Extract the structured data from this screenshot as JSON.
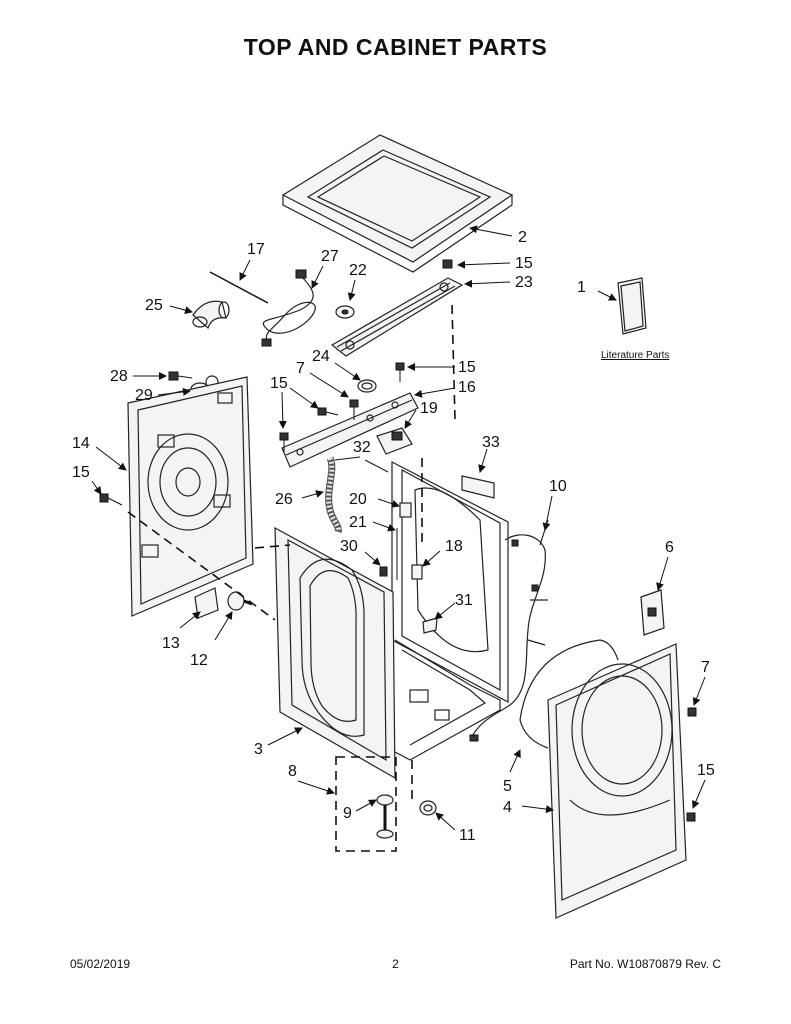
{
  "title": "TOP AND CABINET PARTS",
  "literature_label": "Literature Parts",
  "callouts": {
    "c1": "1",
    "c2": "2",
    "c3": "3",
    "c4": "4",
    "c5": "5",
    "c6": "6",
    "c7a": "7",
    "c7b": "7",
    "c8": "8",
    "c9": "9",
    "c10": "10",
    "c11": "11",
    "c12": "12",
    "c13": "13",
    "c14": "14",
    "c15a": "15",
    "c15b": "15",
    "c15c": "15",
    "c15d": "15",
    "c15e": "15",
    "c16": "16",
    "c17": "17",
    "c18": "18",
    "c19": "19",
    "c20": "20",
    "c21": "21",
    "c22": "22",
    "c23": "23",
    "c24": "24",
    "c25": "25",
    "c26": "26",
    "c27": "27",
    "c28": "28",
    "c29": "29",
    "c30": "30",
    "c31": "31",
    "c32": "32",
    "c33": "33"
  },
  "footer": {
    "date": "05/02/2019",
    "page": "2",
    "part_no": "Part No.  W10870879  Rev.  C"
  }
}
